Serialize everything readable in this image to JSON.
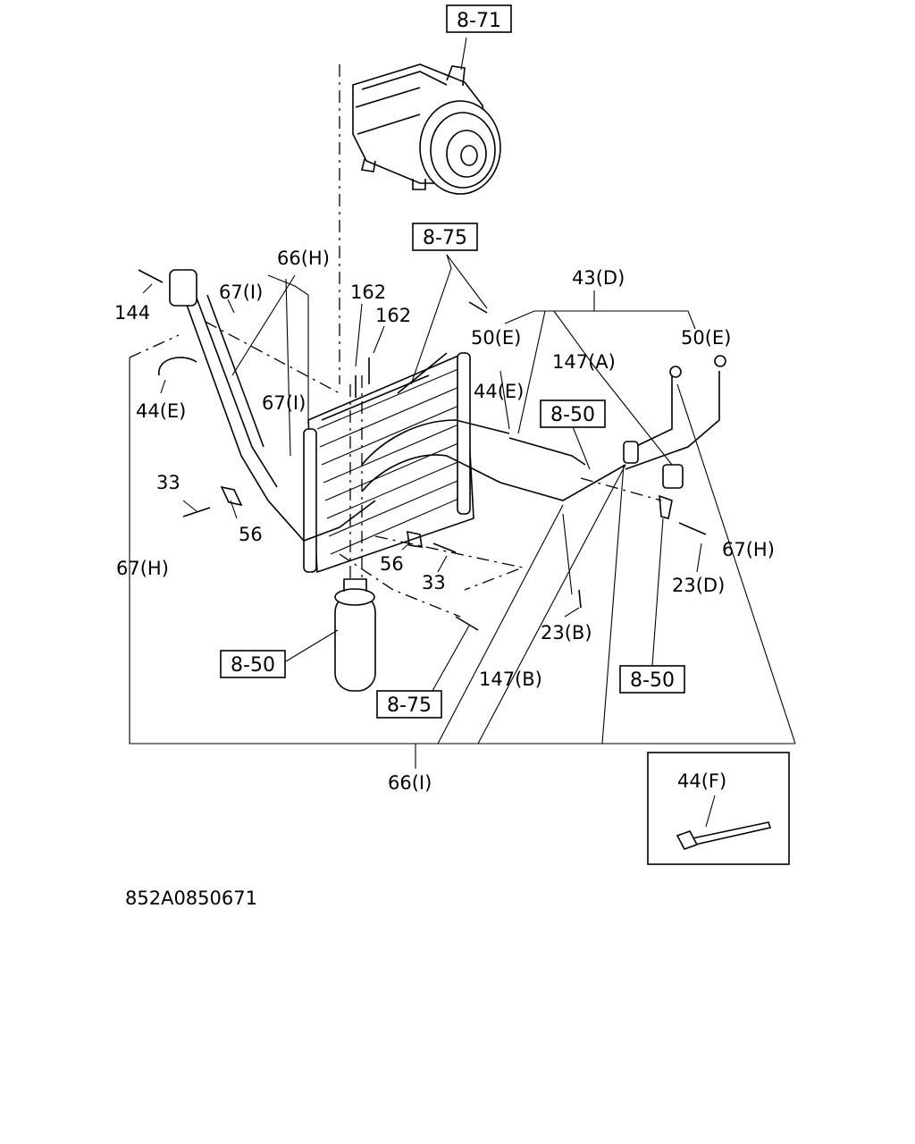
{
  "drawing_id": "852A0850671",
  "reference_boxes": {
    "ref_8_71": "8-71",
    "ref_8_75_top": "8-75",
    "ref_8_75_bottom": "8-75",
    "ref_8_50_right": "8-50",
    "ref_8_50_left": "8-50",
    "ref_8_50_bottom": "8-50"
  },
  "callouts": {
    "c_66H": "66(H)",
    "c_144": "144",
    "c_67I_top": "67(I)",
    "c_162_a": "162",
    "c_162_b": "162",
    "c_50E_mid": "50(E)",
    "c_43D": "43(D)",
    "c_50E_right": "50(E)",
    "c_147A": "147(A)",
    "c_44E_mid": "44(E)",
    "c_44E_left": "44(E)",
    "c_67I_mid": "67(I)",
    "c_33_left": "33",
    "c_56_left": "56",
    "c_67H_left": "67(H)",
    "c_56_mid": "56",
    "c_33_mid": "33",
    "c_23D": "23(D)",
    "c_67H_right": "67(H)",
    "c_23B": "23(B)",
    "c_147B": "147(B)",
    "c_66I": "66(I)",
    "c_44F": "44(F)"
  }
}
